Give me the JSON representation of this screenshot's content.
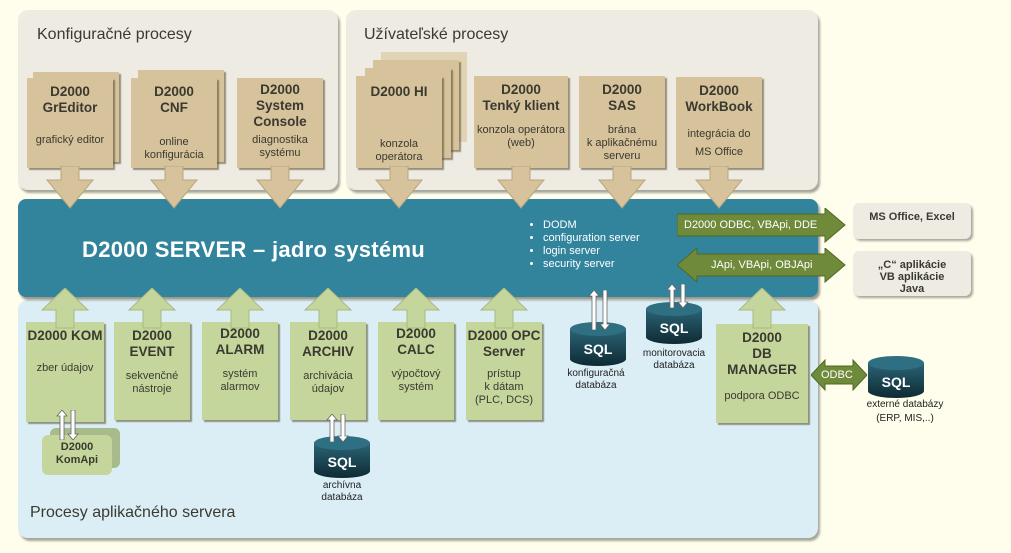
{
  "panels": {
    "config_title": "Konfiguračné procesy",
    "user_title": "Užívateľské procesy",
    "app_title": "Procesy aplikačného servera"
  },
  "server": {
    "title": "D2000 SERVER – jadro systému",
    "services": [
      "DODM",
      "configuration server",
      "login server",
      "security server"
    ]
  },
  "config_processes": [
    {
      "title1": "D2000",
      "title2": "GrEditor",
      "title3": "",
      "desc1": "grafický editor",
      "desc2": ""
    },
    {
      "title1": "D2000",
      "title2": "CNF",
      "title3": "",
      "desc1": "online",
      "desc2": "konfigurácia"
    },
    {
      "title1": "D2000",
      "title2": "System",
      "title3": "Console",
      "desc1": "diagnostika",
      "desc2": "systému"
    }
  ],
  "user_processes": [
    {
      "title1": "D2000 HI",
      "title2": "",
      "desc1": "konzola",
      "desc2": "operátora",
      "desc3": ""
    },
    {
      "title1": "D2000",
      "title2": "Tenký klient",
      "desc1": "konzola operátora",
      "desc2": "(web)",
      "desc3": ""
    },
    {
      "title1": "D2000",
      "title2": "SAS",
      "desc1": "brána",
      "desc2": "k aplikačnému",
      "desc3": "serveru"
    },
    {
      "title1": "D2000",
      "title2": "WorkBook",
      "desc1": "integrácia do",
      "desc2": "MS Office",
      "desc3": ""
    }
  ],
  "app_processes": [
    {
      "title1": "D2000  KOM",
      "title2": "",
      "desc1": "zber údajov",
      "desc2": "",
      "desc3": ""
    },
    {
      "title1": "D2000",
      "title2": "EVENT",
      "desc1": "sekvenčné",
      "desc2": "nástroje",
      "desc3": ""
    },
    {
      "title1": "D2000",
      "title2": "ALARM",
      "desc1": "systém",
      "desc2": "alarmov",
      "desc3": ""
    },
    {
      "title1": "D2000",
      "title2": "ARCHIV",
      "desc1": "archivácia",
      "desc2": "údajov",
      "desc3": ""
    },
    {
      "title1": "D2000",
      "title2": "CALC",
      "desc1": "výpočtový",
      "desc2": "systém",
      "desc3": ""
    },
    {
      "title1": "D2000 OPC",
      "title2": "Server",
      "desc1": "prístup",
      "desc2": "k dátam",
      "desc3": "(PLC, DCS)"
    },
    {
      "title1": "D2000",
      "title2": "DB MANAGER",
      "desc1": "podpora ODBC",
      "desc2": "",
      "desc3": ""
    }
  ],
  "komapi": {
    "title1": "D2000",
    "title2": "KomApi"
  },
  "databases": {
    "sql_label": "SQL",
    "archive": {
      "line1": "archívna",
      "line2": "databáza"
    },
    "config": {
      "line1": "konfiguračná",
      "line2": "databáza"
    },
    "monitoring": {
      "line1": "monitorovacia",
      "line2": "databáza"
    },
    "external": {
      "line1": "externé databázy",
      "line2": "(ERP, MIS,..)"
    }
  },
  "interfaces": {
    "out_arrow": "D2000 ODBC,   VBApi, DDE",
    "in_arrow": "JApi, VBApi, OBJApi",
    "odbc_arrow": "ODBC"
  },
  "external_apps": {
    "ms_office": "MS Office, Excel",
    "apps_line1": "„C“ aplikácie",
    "apps_line2": "VB aplikácie",
    "apps_line3": "Java"
  },
  "colors": {
    "background": "#fffeec",
    "server": "#32849c",
    "tan_box": "#d6c29b",
    "green_box": "#c5d69c",
    "interface_arrow": "#6e8a3a",
    "database": "#1d4a58"
  }
}
